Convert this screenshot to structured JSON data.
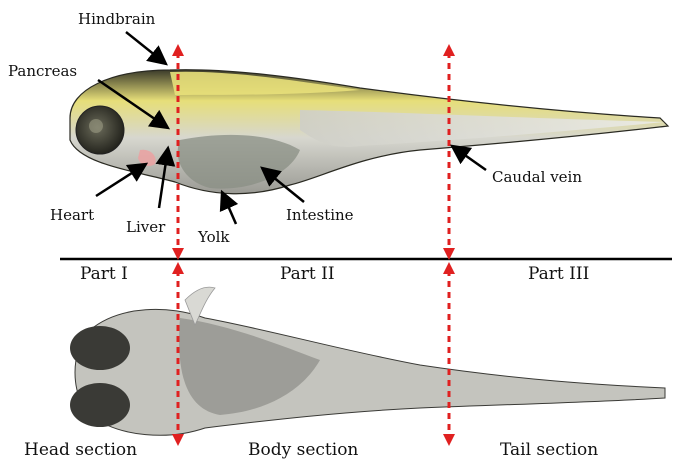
{
  "labels": {
    "hindbrain": "Hindbrain",
    "pancreas": "Pancreas",
    "heart": "Heart",
    "liver": "Liver",
    "yolk": "Yolk",
    "intestine": "Intestine",
    "caudal_vein": "Caudal vein"
  },
  "parts": [
    "Part I",
    "Part II",
    "Part III"
  ],
  "sections": [
    "Head section",
    "Body section",
    "Tail section"
  ],
  "colors": {
    "divider": "#e02020",
    "separator": "#000000",
    "head_yellow": "#e8e07a",
    "body_gray": "#c9c9c9"
  }
}
